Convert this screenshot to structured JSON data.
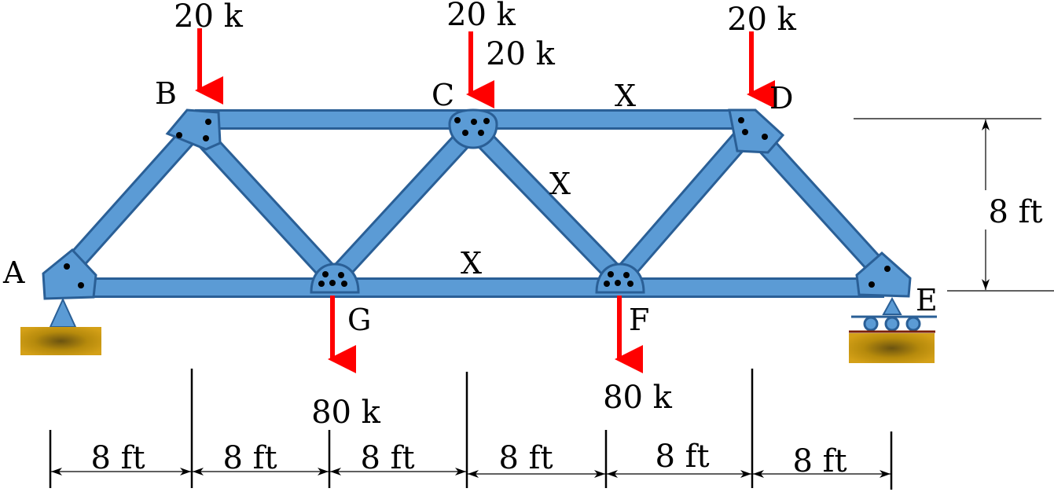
{
  "nodes": {
    "A": "A",
    "B": "B",
    "C": "C",
    "D": "D",
    "E": "E",
    "F": "F",
    "G": "G"
  },
  "zero_force_marks": [
    "X",
    "X",
    "X"
  ],
  "loads": {
    "top_B": "20 k",
    "top_C": "20 k",
    "top_C_extra": "20 k",
    "top_D": "20 k",
    "bottom_G": "80 k",
    "bottom_F": "80 k"
  },
  "dimensions": {
    "panels": [
      "8 ft",
      "8 ft",
      "8 ft",
      "8 ft",
      "8 ft",
      "8 ft"
    ],
    "height": "8 ft"
  },
  "colors": {
    "member": "#5b9bd5",
    "member_outline": "#2a5f96",
    "load_arrow": "#ff0000",
    "support_ground": "#c8960a"
  }
}
